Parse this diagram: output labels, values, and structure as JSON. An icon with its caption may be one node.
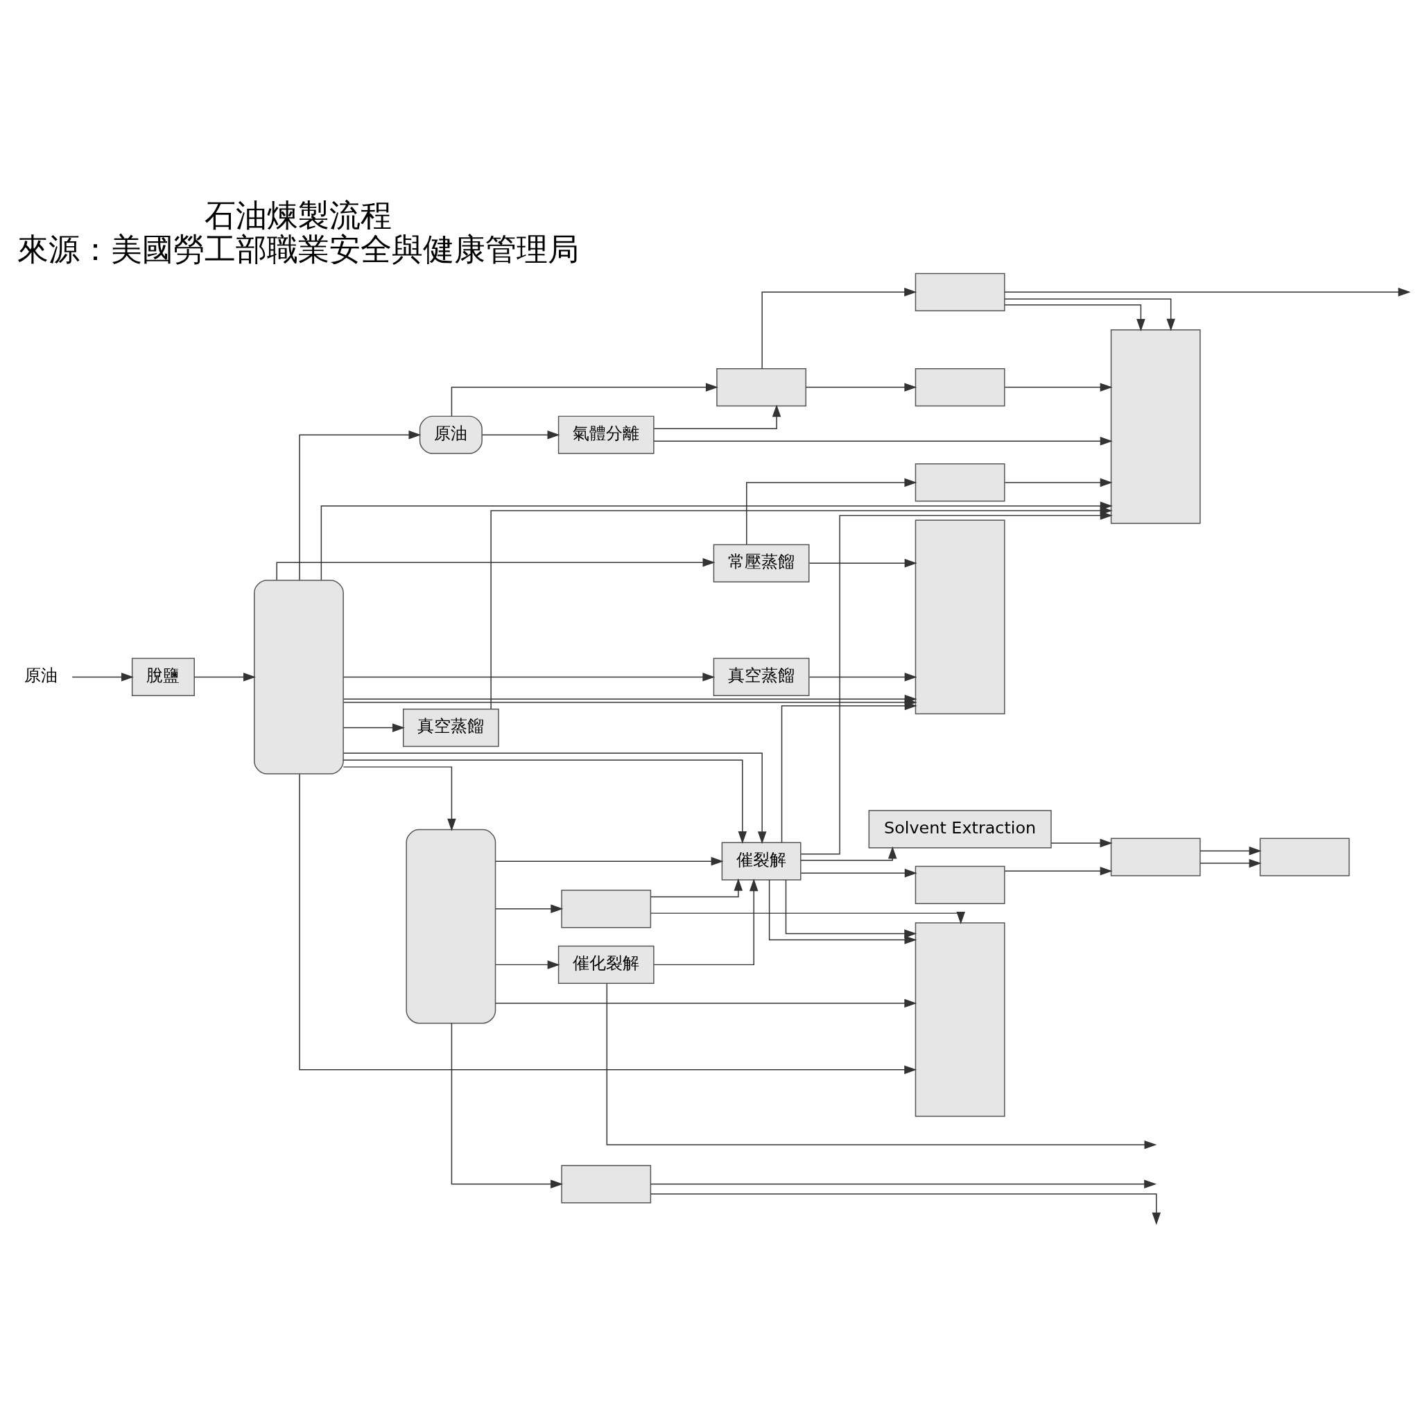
{
  "diagram": {
    "title": "石油煉製流程",
    "caption": "來源：美國勞工部職業安全與健康管理局",
    "nodes": [
      {
        "text": [
          "原油"
        ]
      },
      {
        "text": [
          "脫鹽"
        ]
      },
      {
        "text": [],
        "shape": "box"
      },
      {
        "text": [
          "原油"
        ]
      },
      {
        "text": [
          "氣體分離"
        ]
      },
      {
        "text": [],
        "shape": "box"
      },
      {
        "text": [],
        "shape": "box"
      },
      {
        "text": [],
        "shape": "box"
      },
      {
        "text": [
          "常壓蒸餾"
        ]
      },
      {
        "text": [],
        "shape": "box"
      },
      {
        "text": [
          "真空蒸餾"
        ]
      },
      {
        "text": [],
        "shape": "box"
      },
      {
        "text": [],
        "shape": "box"
      },
      {
        "text": [
          "真空蒸餾"
        ]
      },
      {
        "text": [],
        "shape": "box"
      },
      {
        "text": [
          "催裂解"
        ]
      },
      {
        "text": [
          "催化裂解"
        ]
      },
      {
        "text": [],
        "shape": "box"
      },
      {
        "text": [],
        "shape": "box"
      },
      {
        "text": [],
        "shape": "box"
      },
      {
        "text": [],
        "shape": "box"
      },
      {
        "text": [
          "Solvent Extraction"
        ]
      },
      {
        "text": [],
        "shape": "box"
      },
      {
        "text": [],
        "shape": "box"
      }
    ],
    "edges": [
      {
        "from": 0,
        "to": 1,
        "arrow": "to"
      },
      {
        "from": 1,
        "to": 2,
        "arrow": "to"
      },
      {
        "from": 2,
        "to": 3,
        "arrow": "to"
      },
      {
        "from": 3,
        "to": 4,
        "arrow": "to"
      },
      {
        "from": 3,
        "to": 5,
        "arrow": "to"
      },
      {
        "from": 4,
        "to": 5,
        "arrow": "to"
      },
      {
        "from": 5,
        "to": 6,
        "arrow": "to"
      },
      {
        "from": 5,
        "to": 7,
        "arrow": "to"
      },
      {
        "from": 6,
        "to": null,
        "arrow": "to"
      },
      {
        "from": 6,
        "to": 11,
        "arrow": "to"
      },
      {
        "from": 6,
        "to": 11,
        "arrow": "to"
      },
      {
        "from": 7,
        "to": 11,
        "arrow": "to"
      },
      {
        "from": 4,
        "to": 11,
        "arrow": "to"
      },
      {
        "from": 2,
        "to": 11,
        "arrow": "to"
      },
      {
        "from": 2,
        "to": 8,
        "arrow": "to"
      },
      {
        "from": 8,
        "to": 9,
        "arrow": "to"
      },
      {
        "from": 9,
        "to": 11,
        "arrow": "to"
      },
      {
        "from": 2,
        "to": 10,
        "arrow": "to"
      },
      {
        "from": 10,
        "to": 11,
        "arrow": "to"
      },
      {
        "from": 8,
        "to": 12,
        "arrow": "to"
      },
      {
        "from": 2,
        "to": 12,
        "arrow": "to"
      },
      {
        "from": 2,
        "to": 12,
        "arrow": "to"
      },
      {
        "from": 2,
        "to": 13,
        "arrow": "to"
      },
      {
        "from": 13,
        "to": 12,
        "arrow": "to"
      },
      {
        "from": 2,
        "to": 15,
        "arrow": "to"
      },
      {
        "from": 2,
        "to": 15,
        "arrow": "to"
      },
      {
        "from": 2,
        "to": 14,
        "arrow": "to"
      },
      {
        "from": 14,
        "to": 15,
        "arrow": "to"
      },
      {
        "from": 14,
        "to": 16,
        "arrow": "to"
      },
      {
        "from": 16,
        "to": 15,
        "arrow": "to"
      },
      {
        "from": 16,
        "to": null,
        "arrow": "to"
      },
      {
        "from": 15,
        "to": 11,
        "arrow": "to"
      },
      {
        "from": 15,
        "to": 12,
        "arrow": "to"
      },
      {
        "from": 15,
        "to": 19,
        "arrow": "to"
      },
      {
        "from": 15,
        "to": 19,
        "arrow": "to"
      },
      {
        "from": 17,
        "to": null,
        "arrow": "to"
      },
      {
        "from": 17,
        "to": null,
        "arrow": "to"
      },
      {
        "from": 14,
        "to": 17,
        "arrow": "to"
      },
      {
        "from": 14,
        "to": 18,
        "arrow": "to"
      },
      {
        "from": 18,
        "to": 15,
        "arrow": "to"
      },
      {
        "from": 18,
        "to": 19,
        "arrow": "to"
      },
      {
        "from": 14,
        "to": 19,
        "arrow": "to"
      },
      {
        "from": 2,
        "to": 19,
        "arrow": "to"
      },
      {
        "from": 15,
        "to": 20,
        "arrow": "to"
      },
      {
        "from": 15,
        "to": 21,
        "arrow": "to"
      },
      {
        "from": 20,
        "to": 22,
        "arrow": "to"
      },
      {
        "from": 21,
        "to": 22,
        "arrow": "to"
      },
      {
        "from": 22,
        "to": 23,
        "arrow": "to"
      },
      {
        "from": 22,
        "to": 23,
        "arrow": "to"
      }
    ]
  }
}
